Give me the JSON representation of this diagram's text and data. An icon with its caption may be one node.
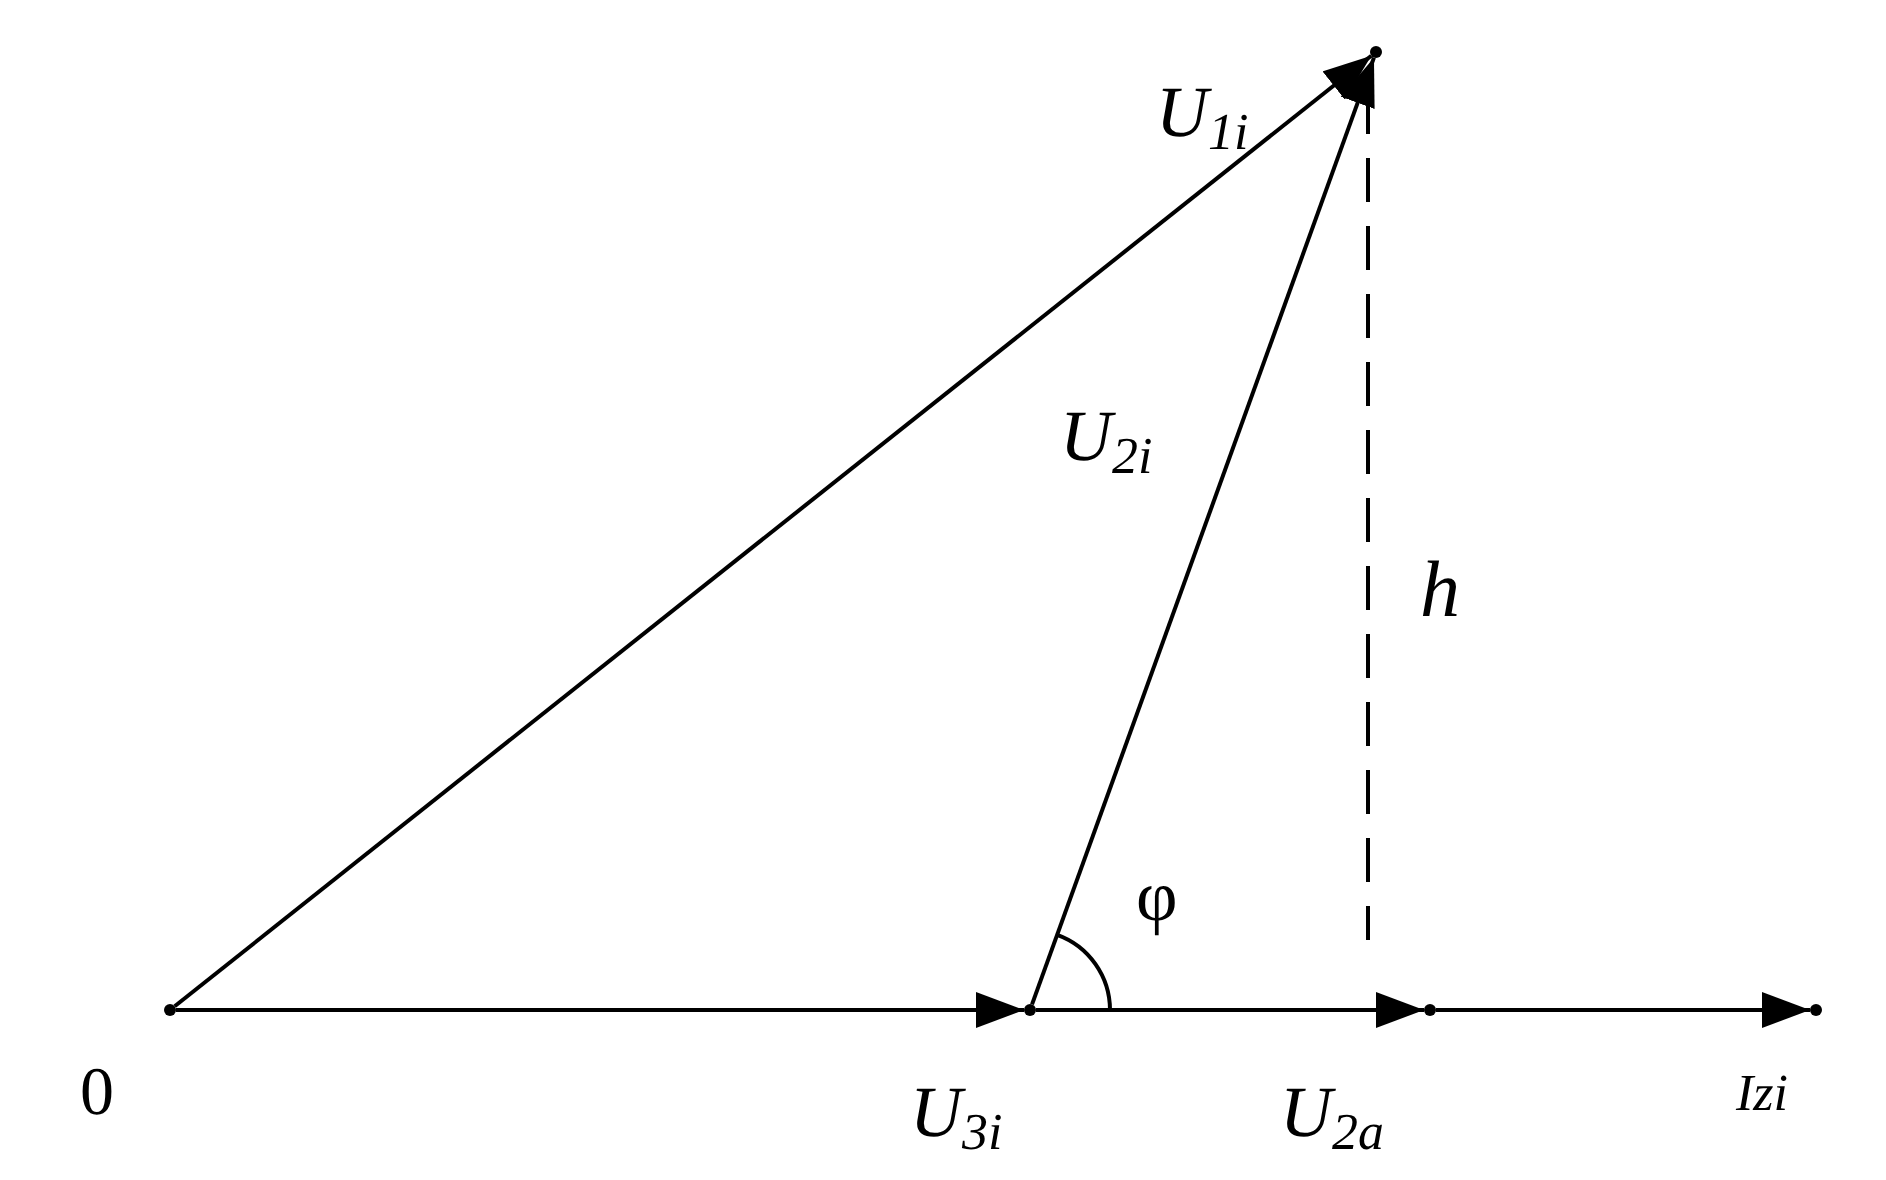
{
  "diagram": {
    "nodes": [
      {
        "text": [],
        "shape": "point",
        "beside": [
          "0"
        ]
      },
      {
        "text": [],
        "shape": "point",
        "beside": [
          "U$_{3i}$"
        ]
      },
      {
        "text": [],
        "shape": "point",
        "beside": [
          "U$_{2a}$"
        ]
      },
      {
        "text": [],
        "shape": "point",
        "beside": [
          "Izi"
        ]
      },
      {
        "text": [],
        "shape": "point"
      }
    ],
    "edges": [
      {
        "from": 0,
        "to": 1,
        "arrow": "to"
      },
      {
        "from": 1,
        "to": 2,
        "arrow": "to"
      },
      {
        "from": 2,
        "to": 3,
        "arrow": "to"
      },
      {
        "from": 0,
        "to": 4,
        "arrow": "to",
        "label": "U$_{1i}$"
      },
      {
        "from": 1,
        "to": 4,
        "arrow": "to",
        "label": "U$_{2i}$"
      }
    ],
    "labels": [
      "h",
      "φ"
    ]
  }
}
